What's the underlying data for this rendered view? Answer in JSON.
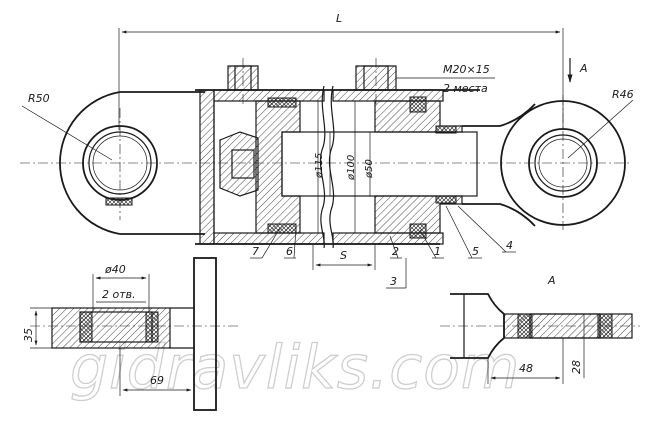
{
  "dimensions": {
    "overall_length": "L",
    "eye_left_radius": "R50",
    "eye_right_radius": "R46",
    "port_thread": "M20×15",
    "port_count": "2 места",
    "bore_diameter": "ø115",
    "rod_diameter": "ø100",
    "rod_end_diameter": "ø50",
    "stroke": "S",
    "eye_bore": "ø40",
    "eye_holes": "2 отв.",
    "eye_width": "35",
    "eye_offset": "69",
    "view_a_width": "48",
    "view_a_height": "28"
  },
  "view_label": "A",
  "callouts": [
    "1",
    "2",
    "3",
    "4",
    "5",
    "6",
    "7"
  ],
  "watermark": "gidravliks.com",
  "colors": {
    "line": "#1a1a1a",
    "watermark": "#cfcfcf",
    "background": "#ffffff"
  }
}
